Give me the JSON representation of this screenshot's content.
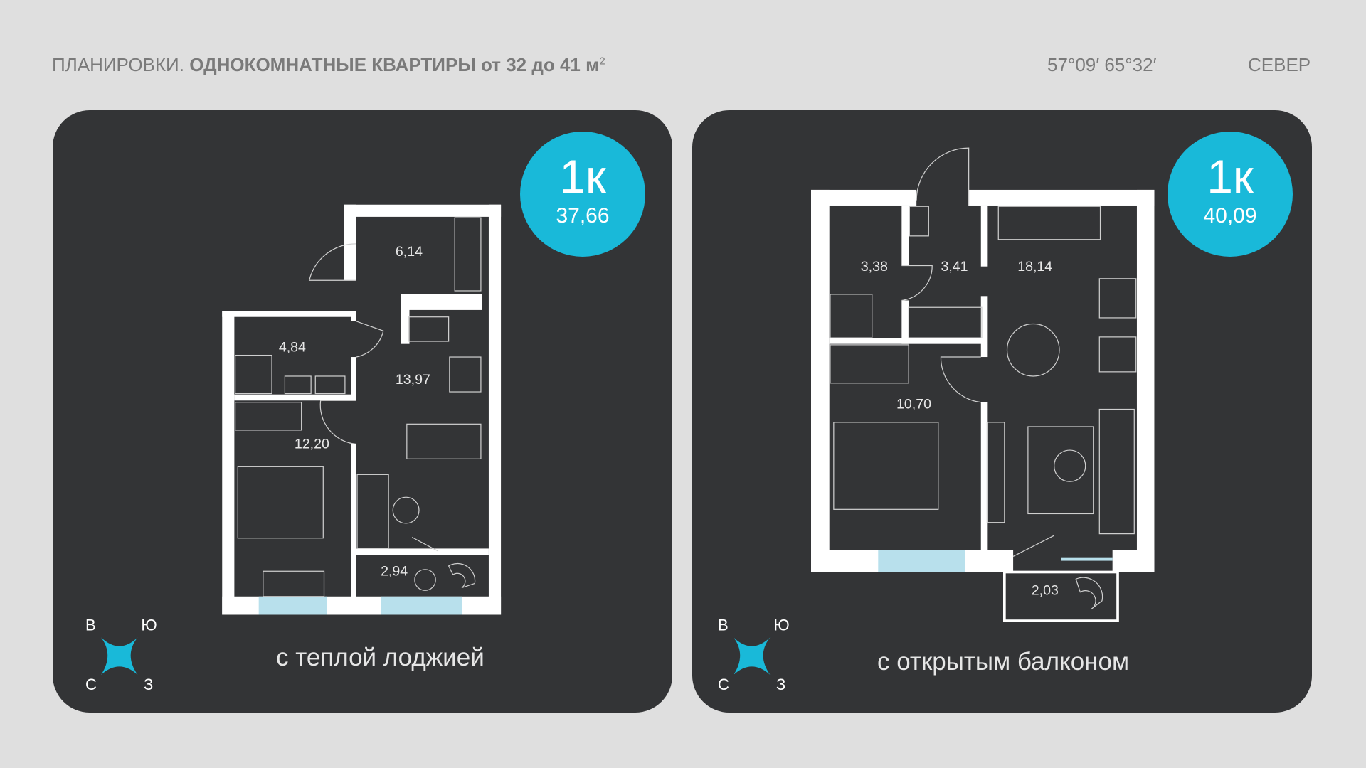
{
  "header": {
    "title_prefix": "ПЛАНИРОВКИ.",
    "title_bold": "ОДНОКОМНАТНЫЕ КВАРТИРЫ",
    "title_suffix": "от 32 до 41 м",
    "title_sup": "2",
    "coordinates": "57°09′   65°32′",
    "city": "СЕВЕР"
  },
  "colors": {
    "accent": "#19b9d9",
    "card_bg": "#333436",
    "page_bg": "#dfdfdf",
    "window": "#b8e0ec"
  },
  "compass": {
    "east": "В",
    "south": "Ю",
    "north": "С",
    "west": "З"
  },
  "cards": [
    {
      "type": "1к",
      "area": "37,66",
      "caption": "с теплой лоджией",
      "rooms": [
        "6,14",
        "4,84",
        "13,97",
        "12,20",
        "2,94"
      ]
    },
    {
      "type": "1к",
      "area": "40,09",
      "caption": "с открытым балконом",
      "rooms": [
        "3,38",
        "3,41",
        "18,14",
        "10,70",
        "2,03"
      ]
    }
  ]
}
